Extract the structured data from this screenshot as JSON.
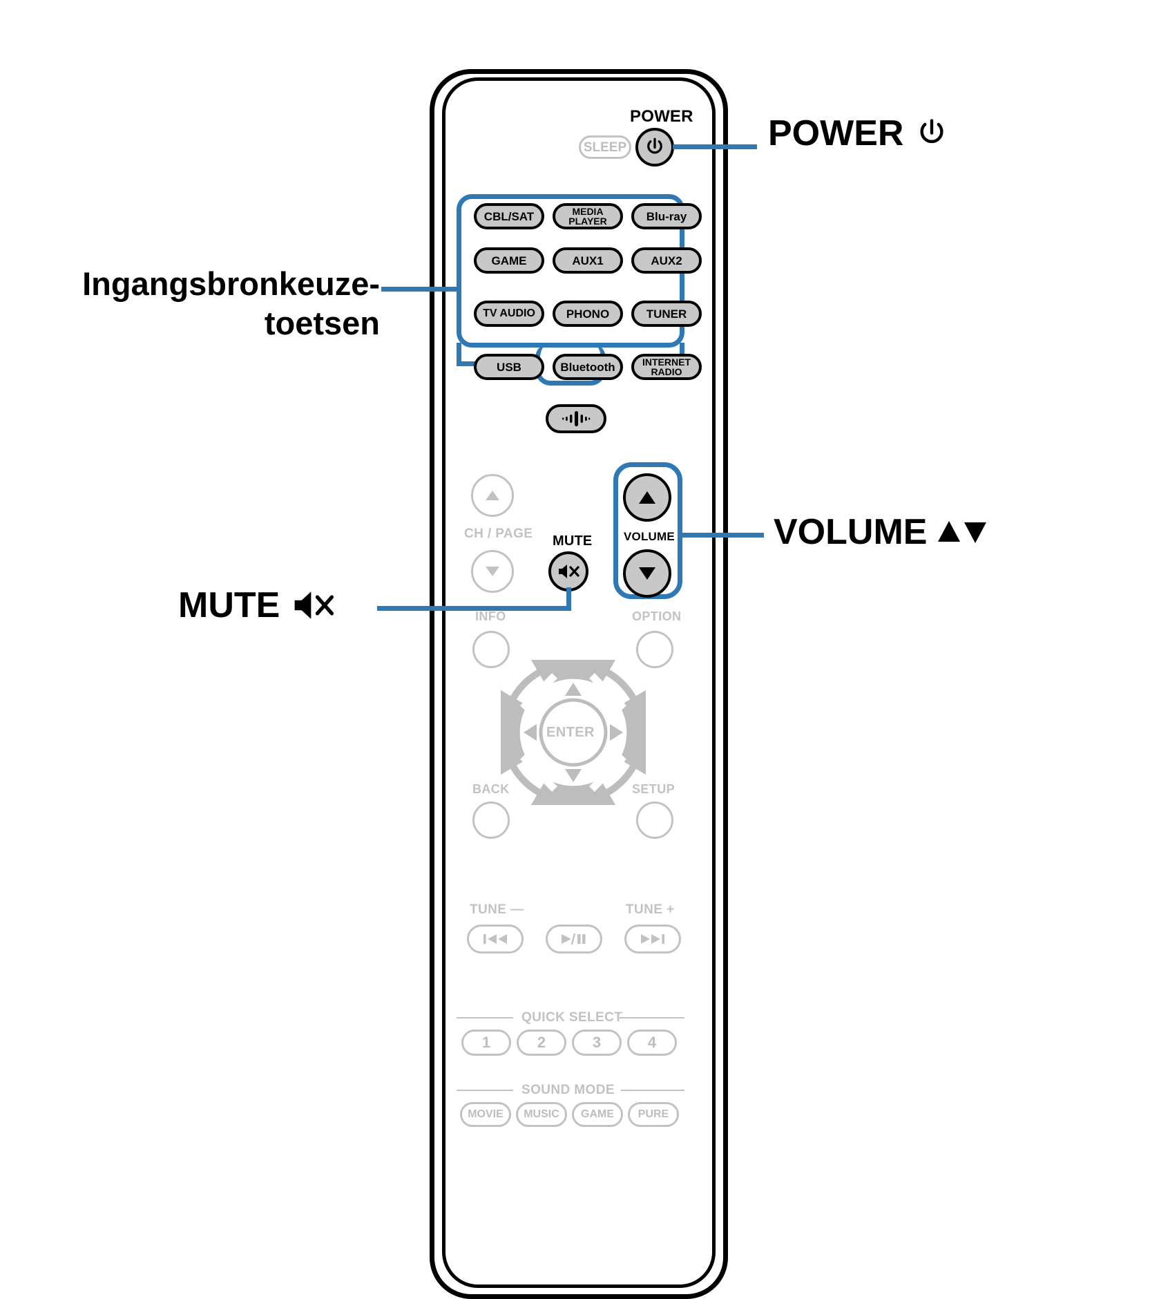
{
  "diagram": {
    "title": "Denon AVR remote control — Dutch callout diagram",
    "accent_color": "#2e79b5",
    "button_fill": "#c8c8c8",
    "inactive_color": "#c2c2c2"
  },
  "callouts": [
    {
      "id": "power",
      "text": "POWER",
      "icon": "power-icon",
      "icon_glyph": "⏻"
    },
    {
      "id": "inputs",
      "line1": "Ingangsbronkeuze-",
      "line2": "toetsen"
    },
    {
      "id": "volume",
      "text": "VOLUME",
      "icon": "volume-up-down-icon",
      "icon_glyph": "▲▼"
    },
    {
      "id": "mute",
      "text": "MUTE",
      "icon": "mute-icon"
    }
  ],
  "remote": {
    "power_label": "POWER",
    "sleep_label": "SLEEP",
    "input_buttons": [
      {
        "id": "cbl-sat",
        "line1": "CBL/SAT",
        "line2": ""
      },
      {
        "id": "media-player",
        "line1": "MEDIA",
        "line2": "PLAYER"
      },
      {
        "id": "blu-ray",
        "line1": "Blu-ray",
        "line2": ""
      },
      {
        "id": "game",
        "line1": "GAME",
        "line2": ""
      },
      {
        "id": "aux1",
        "line1": "AUX1",
        "line2": ""
      },
      {
        "id": "aux2",
        "line1": "AUX2",
        "line2": ""
      },
      {
        "id": "tv-audio",
        "line1": "TV AUDIO",
        "line2": ""
      },
      {
        "id": "phono",
        "line1": "PHONO",
        "line2": ""
      },
      {
        "id": "tuner",
        "line1": "TUNER",
        "line2": ""
      },
      {
        "id": "usb",
        "line1": "USB",
        "line2": ""
      },
      {
        "id": "bluetooth",
        "line1": "Bluetooth",
        "line2": ""
      },
      {
        "id": "internet-radio",
        "line1": "INTERNET",
        "line2": "RADIO"
      }
    ],
    "voice_button": {
      "id": "voice-assistant",
      "icon": "sound-waveform-icon"
    },
    "ch_page_label": "CH / PAGE",
    "mute_button_label": "MUTE",
    "volume_label": "VOLUME",
    "info_label": "INFO",
    "option_label": "OPTION",
    "back_label": "BACK",
    "setup_label": "SETUP",
    "enter_label": "ENTER",
    "tune_minus_label": "TUNE —",
    "tune_plus_label": "TUNE +",
    "transport": [
      {
        "id": "skip-back",
        "glyph": "◀◀"
      },
      {
        "id": "play-pause",
        "glyph": "▶/❙❙"
      },
      {
        "id": "skip-fwd",
        "glyph": "▶▶"
      }
    ],
    "quick_select_label": "QUICK SELECT",
    "quick_select_buttons": [
      "1",
      "2",
      "3",
      "4"
    ],
    "sound_mode_label": "SOUND MODE",
    "sound_mode_buttons": [
      "MOVIE",
      "MUSIC",
      "GAME",
      "PURE"
    ]
  }
}
